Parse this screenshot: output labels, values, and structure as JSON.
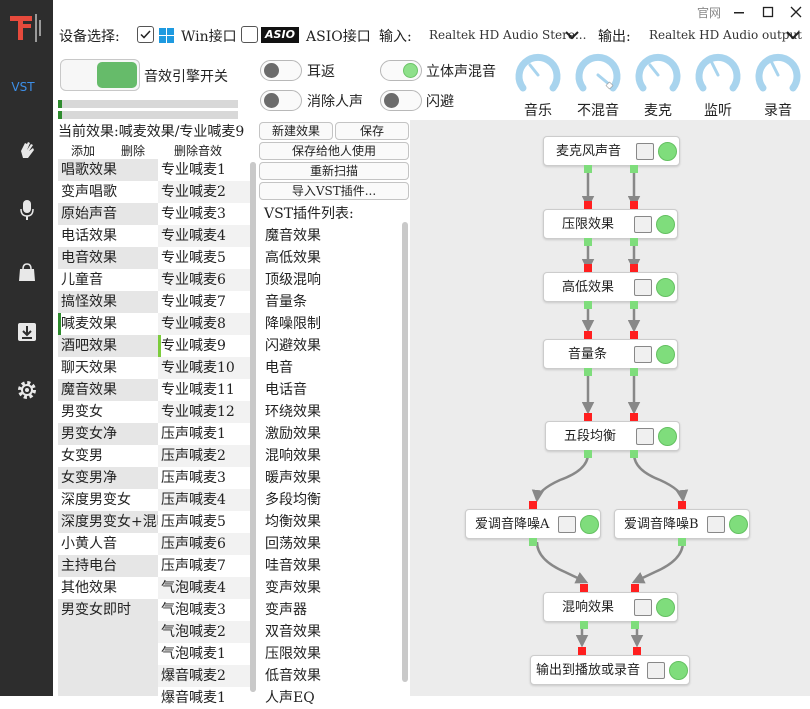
{
  "nav": {
    "vst_label": "VST",
    "icons": [
      "logo-icon",
      "vst-icon",
      "hand-icon",
      "microphone-icon",
      "bag-icon",
      "download-icon",
      "gear-icon"
    ]
  },
  "titlebar": {
    "website_label": "官网"
  },
  "device": {
    "select_label": "设备选择:",
    "win_label": "Win接口",
    "win_checked": true,
    "asio_badge": "ASIO",
    "asio_label": "ASIO接口",
    "asio_checked": false,
    "input_label": "输入:",
    "input_value": "Realtek HD Audio Stere...",
    "output_label": "输出:",
    "output_value": "Realtek HD Audio output"
  },
  "engine": {
    "label": "音效引擎开关",
    "on": true
  },
  "toggles": [
    {
      "label": "耳返",
      "on": false
    },
    {
      "label": "消除人声",
      "on": false
    },
    {
      "label": "立体声混音",
      "on": true
    },
    {
      "label": "闪避",
      "on": false
    }
  ],
  "dials": [
    {
      "label": "音乐",
      "level": 0.35
    },
    {
      "label": "不混音",
      "level": 0.85
    },
    {
      "label": "麦克",
      "level": 0.35
    },
    {
      "label": "监听",
      "level": 0.4
    },
    {
      "label": "录音",
      "level": 0.4
    }
  ],
  "current_effect": {
    "text": "当前效果:喊麦效果/专业喊麦9"
  },
  "list_actions": {
    "add": "添加",
    "delete": "删除",
    "delete_effect": "删除音效"
  },
  "effect_categories": [
    "唱歌效果",
    "变声唱歌",
    "原始声音",
    "电话效果",
    "电音效果",
    "儿童音",
    "搞怪效果",
    "喊麦效果",
    "酒吧效果",
    "聊天效果",
    "魔音效果",
    "男变女",
    "男变女净",
    "女变男",
    "女变男净",
    "深度男变女",
    "深度男变女+混响",
    "小黄人音",
    "主持电台",
    "其他效果",
    "男变女即时"
  ],
  "presets": [
    "专业喊麦1",
    "专业喊麦2",
    "专业喊麦3",
    "专业喊麦4",
    "专业喊麦5",
    "专业喊麦6",
    "专业喊麦7",
    "专业喊麦8",
    "专业喊麦9",
    "专业喊麦10",
    "专业喊麦11",
    "专业喊麦12",
    "压声喊麦1",
    "压声喊麦2",
    "压声喊麦3",
    "压声喊麦4",
    "压声喊麦5",
    "压声喊麦6",
    "压声喊麦7",
    "气泡喊麦4",
    "气泡喊麦3",
    "气泡喊麦2",
    "气泡喊麦1",
    "爆音喊麦2",
    "爆音喊麦1"
  ],
  "preset_buttons": {
    "new_effect": "新建效果",
    "save": "保存",
    "save_for_others": "保存给他人使用",
    "rescan": "重新扫描",
    "import_vst": "导入VST插件..."
  },
  "vst_list": {
    "title": "VST插件列表:",
    "items": [
      "魔音效果",
      "高低效果",
      "顶级混响",
      "音量条",
      "降噪限制",
      "闪避效果",
      "电音",
      "电话音",
      "环绕效果",
      "激励效果",
      "混响效果",
      "暖声效果",
      "多段均衡",
      "均衡效果",
      "回荡效果",
      "哇音效果",
      "变声效果",
      "变声器",
      "双音效果",
      "压限效果",
      "低音效果",
      "人声EQ"
    ]
  },
  "flow_nodes": {
    "mic": "麦克风声音",
    "limiter": "压限效果",
    "highlow": "高低效果",
    "volume": "音量条",
    "eq5": "五段均衡",
    "denoise_a": "爱调音降噪A",
    "denoise_b": "爱调音降噪B",
    "reverb": "混响效果",
    "output": "输出到播放或录音"
  },
  "colors": {
    "accent_green": "#66bb6a",
    "led_green": "#7fdd7c",
    "port_red": "#ff1f1f",
    "dial_blue": "#a8d4ee",
    "nav_bg": "#2d2d2d",
    "vst_blue": "#3d8fe8"
  }
}
